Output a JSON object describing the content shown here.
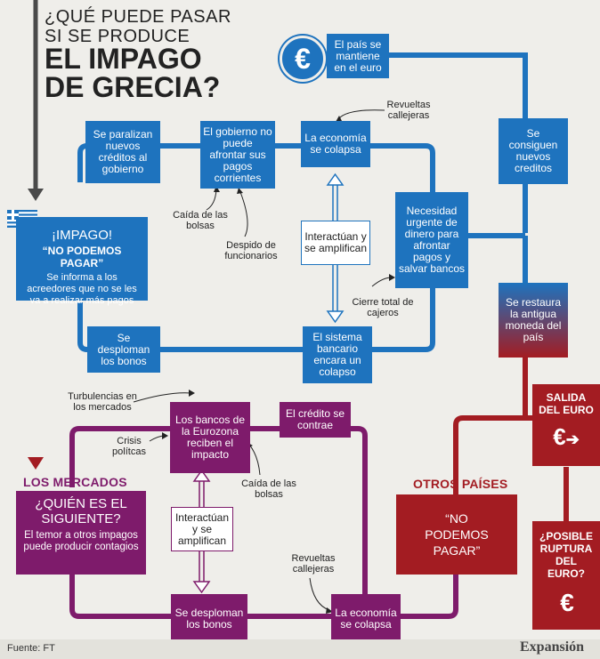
{
  "title": {
    "line1": "¿QUÉ PUEDE PASAR",
    "line2": "SI SE PRODUCE",
    "line3": "EL IMPAGO",
    "line4": "DE GRECIA?"
  },
  "colors": {
    "blue": "#1e73be",
    "purple": "#7e1b6b",
    "red": "#a31c22",
    "background": "#efeeea"
  },
  "icons": {
    "euro": "euro-icon",
    "flag": "greece-flag-icon",
    "euro_exit": "euro-arrow-icon",
    "euro_broken": "broken-euro-icon"
  },
  "blue_cycle": {
    "euro_stays": "El país se mantiene en el euro",
    "credits_freeze": "Se paralizan nuevos créditos al gobierno",
    "gov_cannot_pay": "El gobierno no puede afrontar sus pagos corrientes",
    "economy_collapses": "La economía se colapsa",
    "new_credits": "Se consiguen nuevos creditos",
    "urgent_money": "Necesidad urgente de dinero para afrontar pagos y salvar bancos",
    "bonds_fall": "Se desploman los bonos",
    "bank_collapse": "El sistema bancario encara un colapso",
    "interact": "Interactúan y se amplifican",
    "old_currency": "Se restaura la antigua moneda del país"
  },
  "default_box": {
    "heading": "¡IMPAGO!",
    "quote": "“NO PODEMOS PAGAR”",
    "text": "Se informa a los acreedores que no se les va a realizar más pagos"
  },
  "notes": {
    "riots_top": "Revueltas callejeras",
    "fall_bags": "Caída de las bolsas",
    "layoffs": "Despido de funcionarios",
    "atm_closure": "Cierre total de cajeros",
    "market_turbulence": "Turbulencias en los mercados",
    "political_crisis": "Crisis polítcas",
    "fall_bags_2": "Caída de las bolsas",
    "riots_bottom": "Revueltas callejeras"
  },
  "purple_cycle": {
    "eurozone_banks": "Los bancos de la Eurozona reciben el impacto",
    "credit_contracts": "El crédito se contrae",
    "interact": "Interactúan y se amplifican",
    "bonds_fall": "Se desploman los bonos",
    "economy_collapses": "La economía se colapsa"
  },
  "markets": {
    "label": "LOS MERCADOS",
    "heading": "¿QUIÉN ES EL SIGUIENTE?",
    "text": "El temor a otros impagos puede producir contagios"
  },
  "other_countries": {
    "label": "OTROS PAÍSES",
    "quote": "“NO PODEMOS PAGAR”"
  },
  "euro_exit": {
    "label": "SALIDA DEL EURO"
  },
  "euro_breakup": {
    "label": "¿POSIBLE RUPTURA DEL EURO?"
  },
  "footer": {
    "source": "Fuente: FT",
    "brand": "Expansión"
  }
}
